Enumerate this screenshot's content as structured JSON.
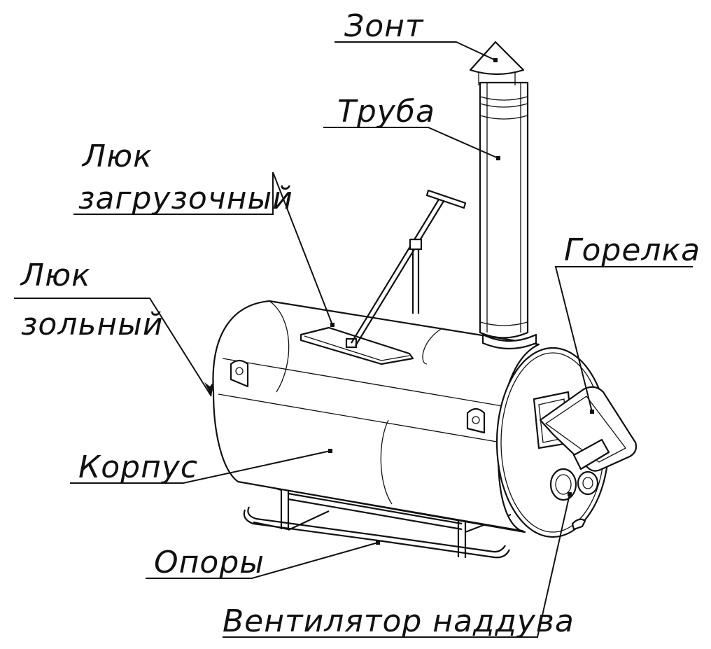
{
  "labels": {
    "umbrella": "Зонт",
    "pipe": "Труба",
    "load_hatch_line1": "Люк",
    "load_hatch_line2": "загрузочный",
    "burner": "Горелка",
    "ash_hatch_line1": "Люк",
    "ash_hatch_line2": "зольный",
    "body": "Корпус",
    "supports": "Опоры",
    "fan": "Вентилятор наддува"
  },
  "colors": {
    "line": "#111111",
    "background": "#ffffff"
  }
}
